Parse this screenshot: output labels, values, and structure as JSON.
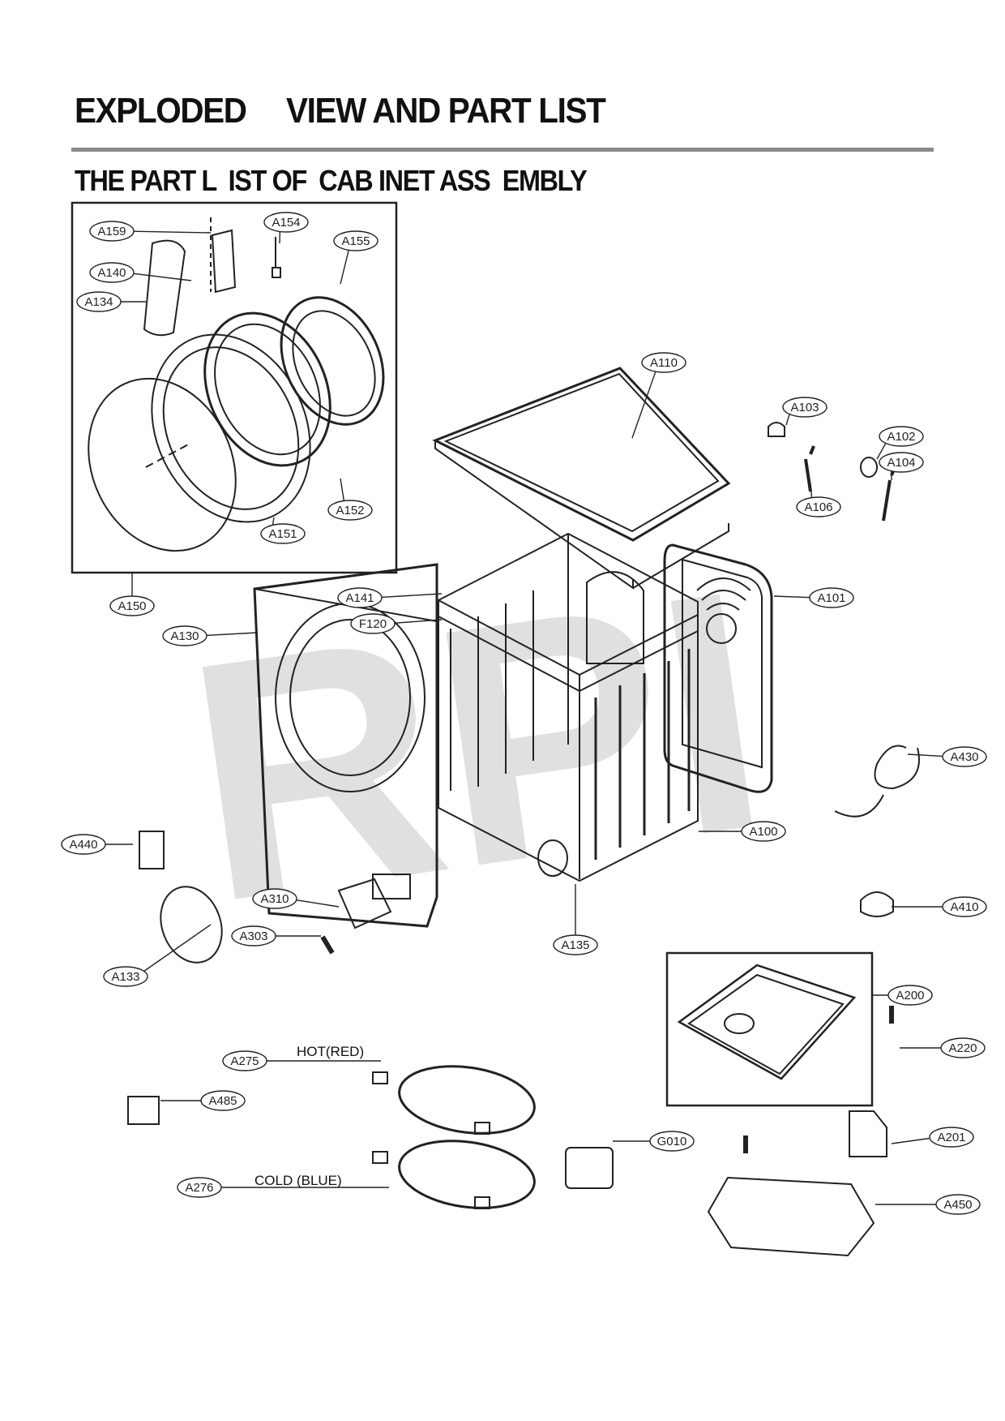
{
  "header": {
    "title": "EXPLODED     VIEW AND PART LIST",
    "subtitle": "THE PART L  IST OF  CAB INET ASS  EMBLY"
  },
  "watermark": "RPI",
  "labels": {
    "hot_hose": "HOT(RED)",
    "cold_hose": "COLD (BLUE)"
  },
  "parts": [
    "A159",
    "A154",
    "A155",
    "A140",
    "A134",
    "A110",
    "A103",
    "A102",
    "A104",
    "A106",
    "A152",
    "A151",
    "A150",
    "A141",
    "F120",
    "A101",
    "A130",
    "A430",
    "A440",
    "A100",
    "A310",
    "A410",
    "A303",
    "A135",
    "A133",
    "A200",
    "A275",
    "A220",
    "A485",
    "G010",
    "A201",
    "A276",
    "A450"
  ]
}
